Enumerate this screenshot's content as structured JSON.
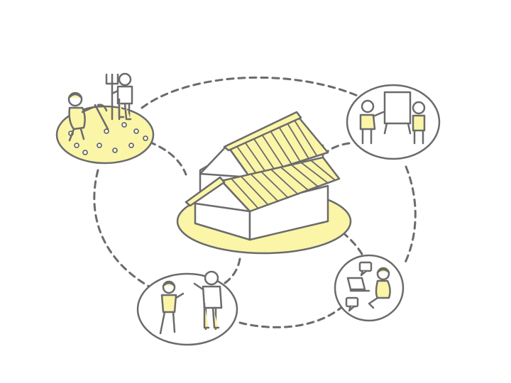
{
  "colors": {
    "outline": "#6b6b6b",
    "fill": "#fbf5a8",
    "background": "#ffffff"
  },
  "diagram": {
    "center": {
      "icon": "house-icon"
    },
    "nodes": [
      {
        "id": "farming",
        "icon": "farmers-icon"
      },
      {
        "id": "presentation",
        "icon": "whiteboard-meeting-icon"
      },
      {
        "id": "remote-work",
        "icon": "laptop-chat-icon"
      },
      {
        "id": "conversation",
        "icon": "greeting-people-icon"
      }
    ]
  }
}
